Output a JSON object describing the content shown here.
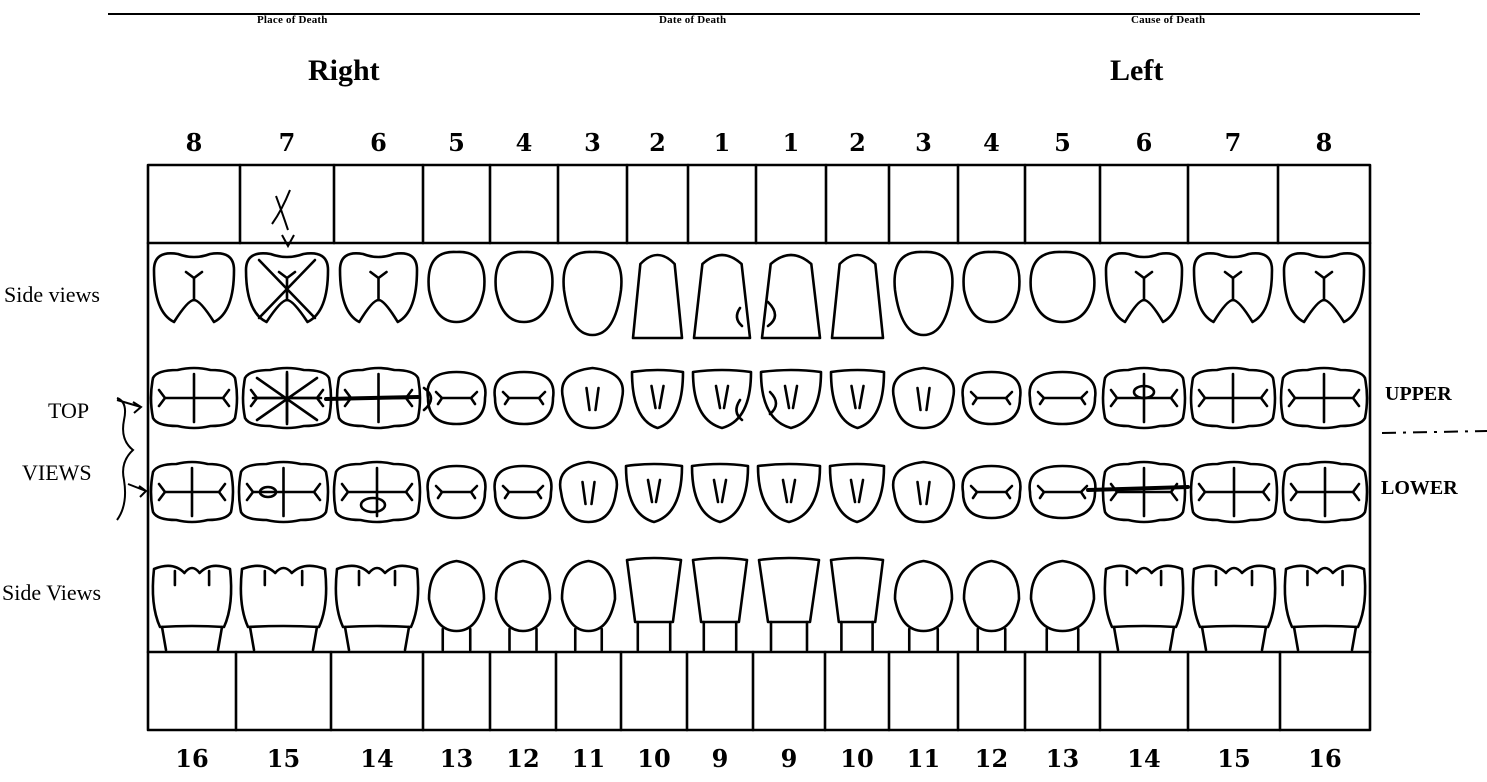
{
  "header": {
    "place_of_death": "Place of Death",
    "date_of_death": "Date of Death",
    "cause_of_death": "Cause of Death"
  },
  "sides": {
    "right": "Right",
    "left": "Left"
  },
  "top_numbers": [
    "8",
    "7",
    "6",
    "5",
    "4",
    "3",
    "2",
    "1",
    "1",
    "2",
    "3",
    "4",
    "5",
    "6",
    "7",
    "8"
  ],
  "bottom_numbers": [
    "16",
    "15",
    "14",
    "13",
    "12",
    "11",
    "10",
    "9",
    "9",
    "10",
    "11",
    "12",
    "13",
    "14",
    "15",
    "16"
  ],
  "row_labels": {
    "side_views_upper": "Side views",
    "top": "TOP",
    "views": "VIEWS",
    "side_views_lower": "Side Views",
    "upper": "UPPER",
    "lower": "LOWER"
  },
  "annotations": {
    "tooth_7_right_mark": "X"
  }
}
